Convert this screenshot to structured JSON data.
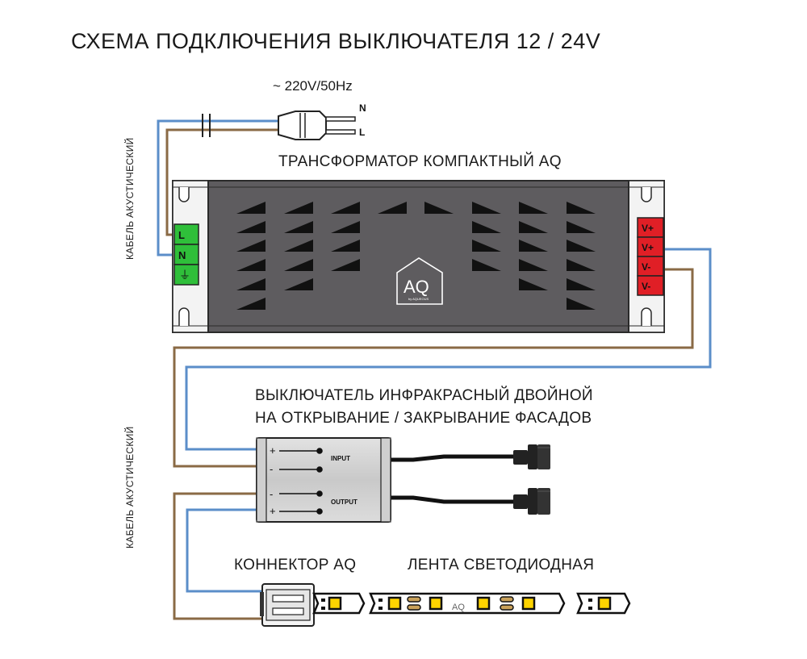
{
  "title": "СХЕМА ПОДКЛЮЧЕНИЯ ВЫКЛЮЧАТЕЛЯ 12 / 24V",
  "mains": {
    "voltage_label": "~ 220V/50Hz",
    "pin_n": "N",
    "pin_l": "L"
  },
  "cable_label": "КАБЕЛЬ АКУСТИЧЕСКИЙ",
  "transformer": {
    "title": "ТРАНСФОРМАТОР КОМПАКТНЫЙ AQ",
    "input_terminals": [
      "L",
      "N",
      "⏚"
    ],
    "output_terminals": [
      "V+",
      "V+",
      "V-",
      "V-"
    ],
    "logo_text": "AQ",
    "logo_subtext": "by AQUEOUS"
  },
  "switch": {
    "title_line1": "ВЫКЛЮЧАТЕЛЬ ИНФРАКРАСНЫЙ ДВОЙНОЙ",
    "title_line2": "НА ОТКРЫВАНИЕ / ЗАКРЫВАНИЕ ФАСАДОВ",
    "input_label": "INPUT",
    "output_label": "OUTPUT",
    "input_polarity": [
      "+",
      "-"
    ],
    "output_polarity": [
      "-",
      "+"
    ]
  },
  "connector": {
    "label": "КОННЕКТОР AQ"
  },
  "led_strip": {
    "label": "ЛЕНТА СВЕТОДИОДНАЯ",
    "logo_text": "AQ"
  },
  "colors": {
    "wire_blue": "#5b8ec9",
    "wire_brown": "#8a6a45",
    "terminal_green": "#2fbf3a",
    "terminal_red": "#e01f26",
    "transformer_body": "#5e5c5f",
    "led_yellow": "#ffd400"
  }
}
